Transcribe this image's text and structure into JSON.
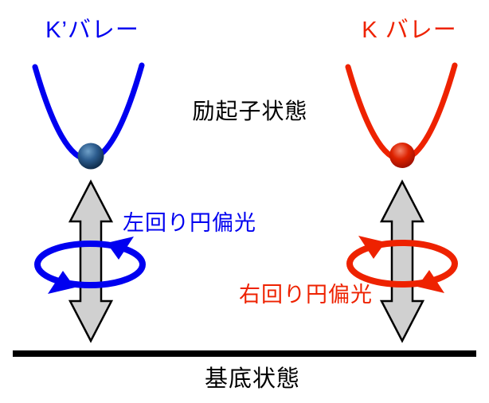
{
  "labels": {
    "k_prime_valley": "K’バレー",
    "k_valley": "K バレー",
    "exciton_state": "励起子状態",
    "left_circular": "左回り円偏光",
    "right_circular": "右回り円偏光",
    "ground_state": "基底状態"
  },
  "colors": {
    "valley_blue": "#0000F0",
    "valley_red": "#EE2200",
    "transition_arrow_fill": "#D0D0D0",
    "transition_arrow_stroke": "#000000",
    "ground_line": "#000000",
    "blue_ball_highlight": "#6FA0C8",
    "blue_ball_base": "#123253",
    "red_ball_highlight": "#F4846B",
    "red_ball_base": "#A01000"
  }
}
